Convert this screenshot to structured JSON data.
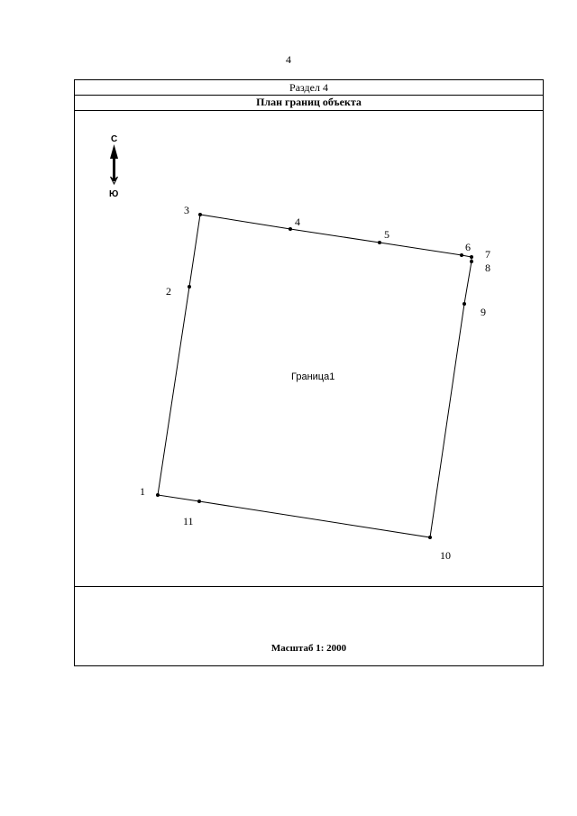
{
  "page": {
    "number": "4"
  },
  "header": {
    "section_label": "Раздел 4",
    "title": "План границ объекта"
  },
  "compass": {
    "north": "С",
    "south": "Ю"
  },
  "plan": {
    "parcel_label": "Граница1",
    "points": [
      {
        "n": "1"
      },
      {
        "n": "2"
      },
      {
        "n": "3"
      },
      {
        "n": "4"
      },
      {
        "n": "5"
      },
      {
        "n": "6"
      },
      {
        "n": "7"
      },
      {
        "n": "8"
      },
      {
        "n": "9"
      },
      {
        "n": "10"
      },
      {
        "n": "11"
      }
    ]
  },
  "footer": {
    "scale": "Масштаб 1: 2000"
  }
}
